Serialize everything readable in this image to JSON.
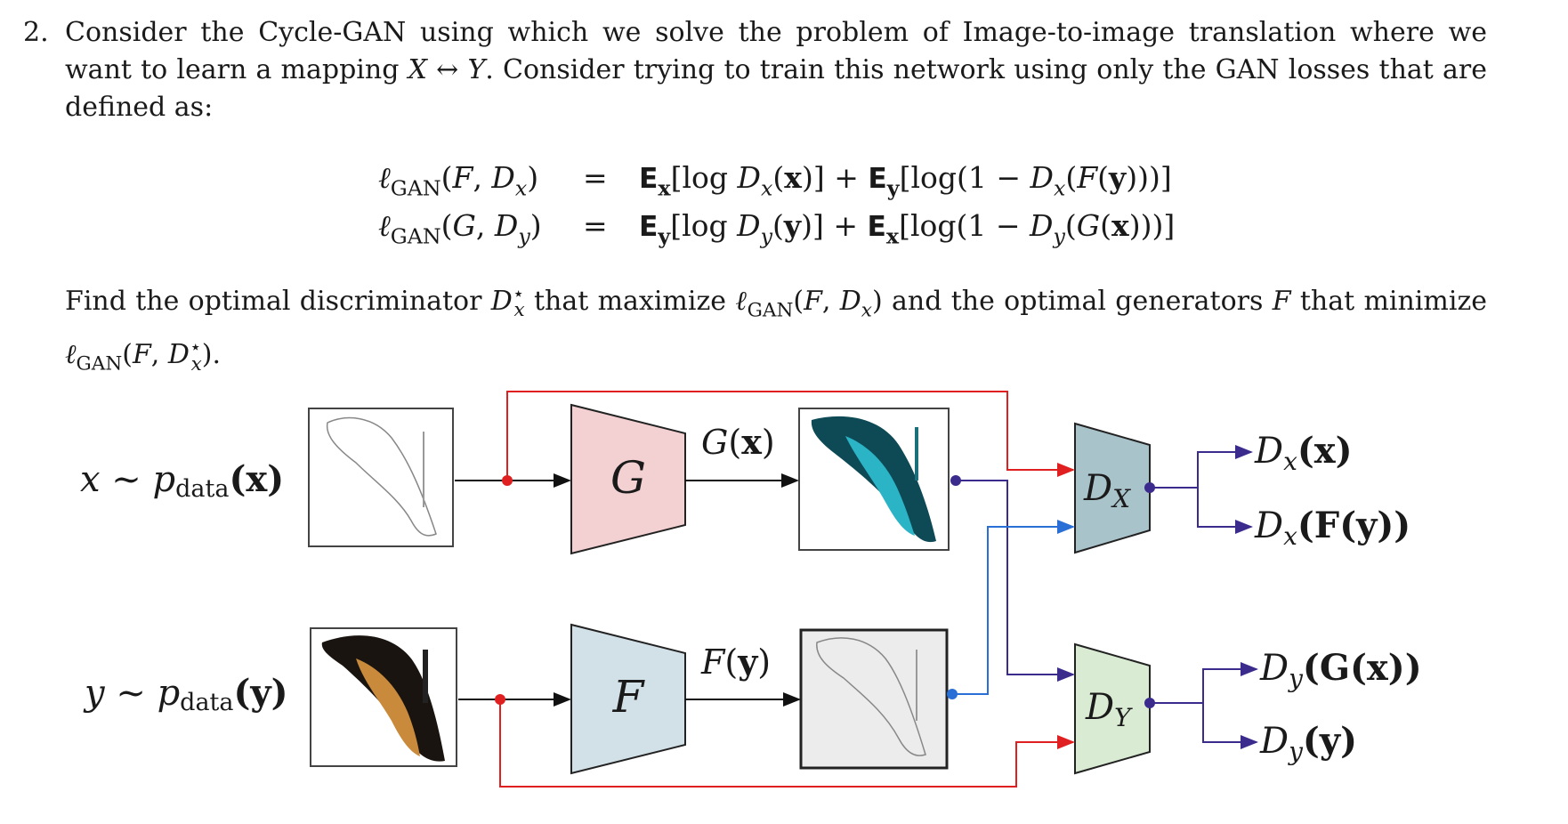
{
  "question": {
    "number": "2.",
    "intro": {
      "p1": "Consider the Cycle-GAN using which we solve the problem of Image-to-image translation where we want to learn a mapping ",
      "map_x": "X",
      "arrow": " ↔ ",
      "map_y": "Y",
      "p2": ". Consider trying to train this network using only the GAN losses that are defined as:"
    },
    "equations": [
      {
        "lhs": "ℓGAN(F, Dx)",
        "op": "=",
        "rhs": "Ex[log Dx(x)] + Ey[log(1 − Dx(F(y)))]"
      },
      {
        "lhs": "ℓGAN(G, Dy)",
        "op": "=",
        "rhs": "Ey[log Dy(y)] + Ex[log(1 − Dy(G(x)))]"
      }
    ],
    "task": {
      "p1": "Find the optimal discriminator ",
      "p2": " that maximize ",
      "p3": " and the optimal generators ",
      "gen": "F",
      "p4": " that minimize ",
      "p5": "."
    }
  },
  "diagram": {
    "inputs": [
      {
        "var": "x",
        "dist": "p",
        "dist_sub": "data",
        "arg": "(x)"
      },
      {
        "var": "y",
        "dist": "p",
        "dist_sub": "data",
        "arg": "(y)"
      }
    ],
    "generators": [
      {
        "label": "G",
        "fill": "#f3d0d2",
        "output": "G(x)"
      },
      {
        "label": "F",
        "fill": "#d2e1e8",
        "output": "F(y)"
      }
    ],
    "discriminators": [
      {
        "label": "D",
        "sub": "X",
        "fill": "#a9c3cb",
        "outputs": [
          {
            "fn": "D",
            "sub": "x",
            "arg": "(x)"
          },
          {
            "fn": "D",
            "sub": "x",
            "arg": "(F(y))"
          }
        ]
      },
      {
        "label": "D",
        "sub": "Y",
        "fill": "#d9ecd3",
        "outputs": [
          {
            "fn": "D",
            "sub": "y",
            "arg": "(G(x))"
          },
          {
            "fn": "D",
            "sub": "y",
            "arg": "(y)"
          }
        ]
      }
    ],
    "colors": {
      "red": "#e02020",
      "blue": "#2a6fd6",
      "navy": "#3b2b8c",
      "black": "#111111",
      "cyan": "#2bb3c6",
      "tan": "#c98a3c"
    }
  }
}
